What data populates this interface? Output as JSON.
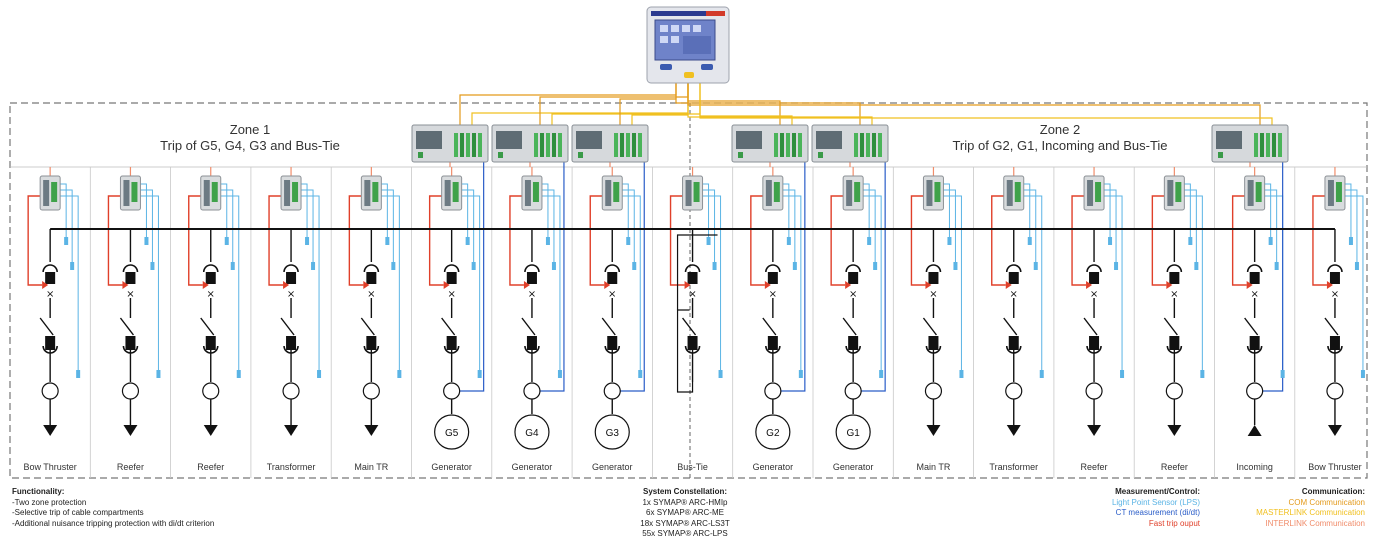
{
  "zones": [
    {
      "title": "Zone 1",
      "subtitle": "Trip of G5, G4, G3 and Bus-Tie"
    },
    {
      "title": "Zone 2",
      "subtitle": "Trip of G2, G1, Incoming and Bus-Tie"
    }
  ],
  "columns": [
    {
      "label": "Bow Thruster",
      "load": "arrow"
    },
    {
      "label": "Reefer",
      "load": "arrow"
    },
    {
      "label": "Reefer",
      "load": "arrow"
    },
    {
      "label": "Transformer",
      "load": "arrow"
    },
    {
      "label": "Main TR",
      "load": "arrow"
    },
    {
      "label": "Generator",
      "load": "gen",
      "gen": "G5"
    },
    {
      "label": "Generator",
      "load": "gen",
      "gen": "G4"
    },
    {
      "label": "Generator",
      "load": "gen",
      "gen": "G3"
    },
    {
      "label": "Bus-Tie",
      "load": "bustie"
    },
    {
      "label": "Generator",
      "load": "gen",
      "gen": "G2"
    },
    {
      "label": "Generator",
      "load": "gen",
      "gen": "G1"
    },
    {
      "label": "Main TR",
      "load": "arrow"
    },
    {
      "label": "Transformer",
      "load": "arrow"
    },
    {
      "label": "Reefer",
      "load": "arrow"
    },
    {
      "label": "Reefer",
      "load": "arrow"
    },
    {
      "label": "Incoming",
      "load": "incoming"
    },
    {
      "label": "Bow Thruster",
      "load": "arrow"
    }
  ],
  "legends": {
    "functionality": {
      "title": "Functionality:",
      "items": [
        "-Two zone protection",
        "-Selective trip of cable compartments",
        "-Additional nuisance tripping protection with di/dt criterion"
      ]
    },
    "system": {
      "title": "System Constellation:",
      "items": [
        "1x SYMAP® ARC-HMIp",
        "6x SYMAP® ARC-ME",
        "18x SYMAP® ARC-LS3T",
        "55x SYMAP® ARC-LPS"
      ]
    },
    "measurement": {
      "title": "Measurement/Control:",
      "items": [
        {
          "text": "Light Point Sensor (LPS)",
          "color": "#5bb4e5"
        },
        {
          "text": "CT measurement (di/dt)",
          "color": "#2a5dc8"
        },
        {
          "text": "Fast trip ouput",
          "color": "#e0402a"
        }
      ]
    },
    "communication": {
      "title": "Communication:",
      "items": [
        {
          "text": "COM Communication",
          "color": "#e39a1b"
        },
        {
          "text": "MASTERLINK Communication",
          "color": "#f0c020"
        },
        {
          "text": "INTERLINK Communication",
          "color": "#f08c6a"
        }
      ]
    }
  },
  "colors": {
    "lps": "#5bb4e5",
    "ct": "#2a5dc8",
    "trip": "#e0402a",
    "com": "#e39a1b",
    "masterlink": "#f0c020",
    "interlink": "#f08c6a"
  }
}
